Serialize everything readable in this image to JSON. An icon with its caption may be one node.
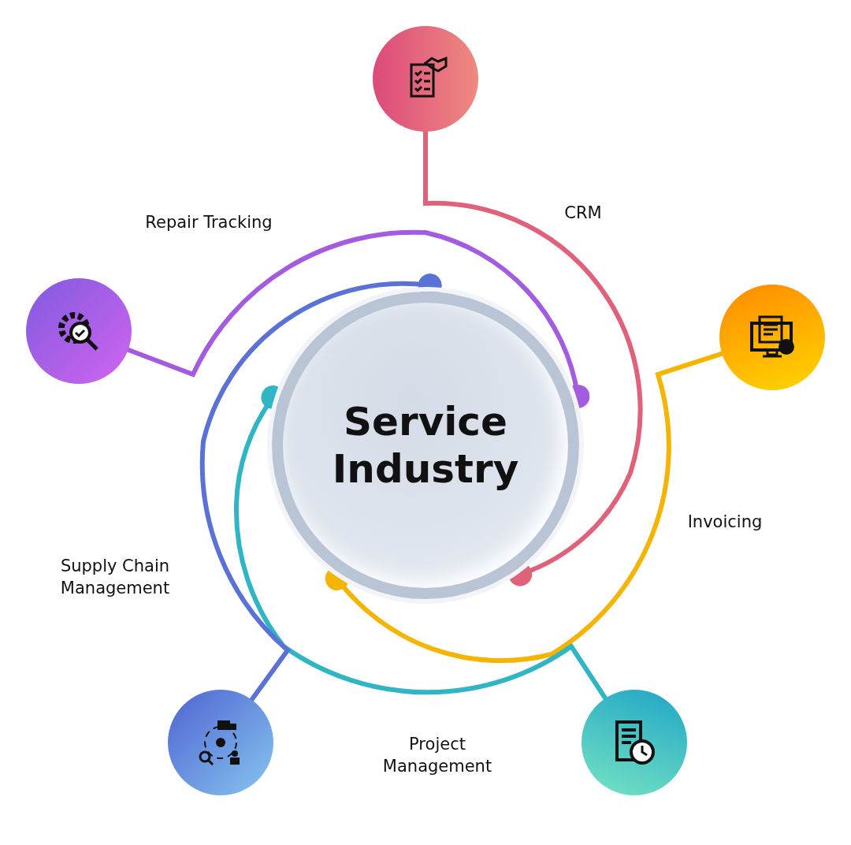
{
  "diagram": {
    "nodes": [
      {
        "text": [
          "Service Industry"
        ]
      },
      {
        "text": [],
        "shape": "circle"
      },
      {
        "text": [],
        "shape": "circle"
      },
      {
        "text": [],
        "shape": "circle"
      },
      {
        "text": [],
        "shape": "circle"
      },
      {
        "text": [],
        "shape": "circle"
      }
    ],
    "edges": [
      {
        "from": 1,
        "to": 0,
        "arrow": "other",
        "color": "#e0627a"
      },
      {
        "from": 2,
        "to": 0,
        "arrow": "other",
        "color": "#f5b400"
      },
      {
        "from": 3,
        "to": 0,
        "arrow": "other",
        "color": "#2fb5c4"
      },
      {
        "from": 4,
        "to": 0,
        "arrow": "other",
        "color": "#5a72d6"
      },
      {
        "from": 5,
        "to": 0,
        "arrow": "other",
        "color": "#a35be0"
      }
    ],
    "labels": [
      "CRM",
      "Repair Tracking",
      "Invoicing",
      "Supply Chain Management",
      "Project Management"
    ]
  }
}
